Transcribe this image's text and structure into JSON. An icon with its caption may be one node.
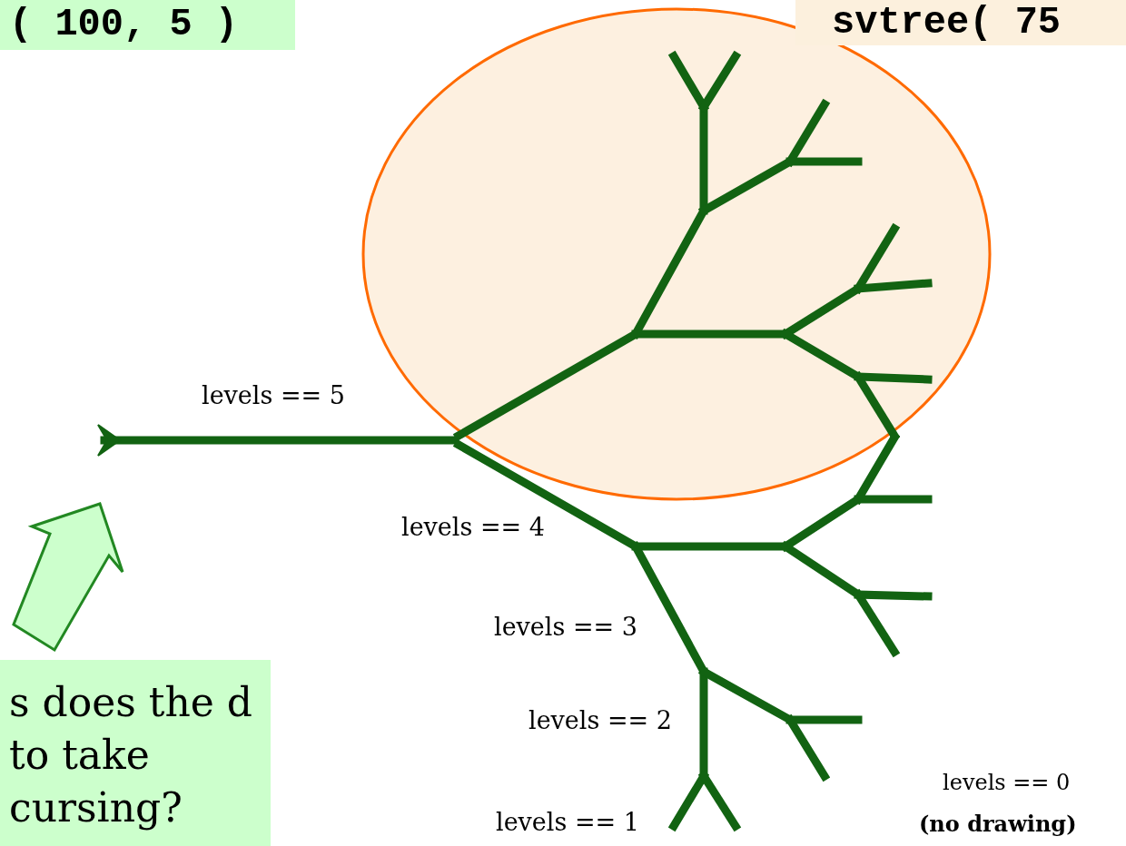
{
  "diagram": {
    "nodes": [
      {
        "text": [
          "( 100, 5 )"
        ]
      },
      {
        "text": [
          "svtree( 75"
        ]
      },
      {
        "text": [
          "s does the d to take cursing?"
        ]
      }
    ],
    "labels": [
      "levels == 5",
      "levels == 4",
      "levels == 3",
      "levels == 2",
      "levels == 1",
      "levels == 0",
      "(no drawing)"
    ]
  }
}
